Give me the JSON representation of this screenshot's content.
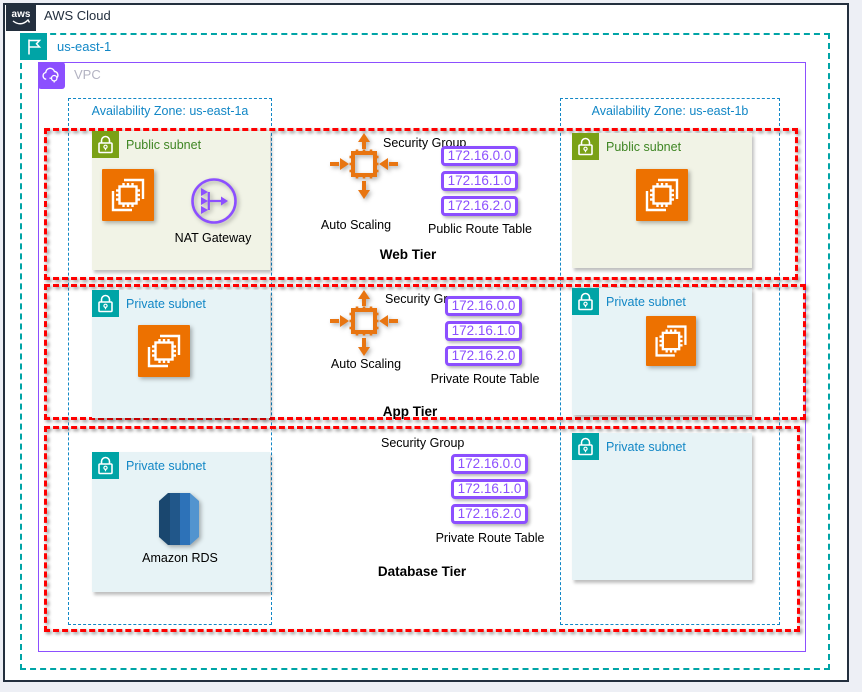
{
  "cloud": {
    "label": "AWS Cloud"
  },
  "region": {
    "label": "us-east-1"
  },
  "vpc": {
    "label": "VPC"
  },
  "azs": {
    "a": "Availability Zone: us-east-1a",
    "b": "Availability Zone: us-east-1b"
  },
  "subnet_labels": {
    "public": "Public subnet",
    "private": "Private subnet"
  },
  "nodes": {
    "nat_gateway": "NAT Gateway",
    "amazon_rds": "Amazon RDS",
    "auto_scaling": "Auto Scaling",
    "security_group": "Security Group"
  },
  "route_tables": {
    "entries": [
      "172.16.0.0",
      "172.16.1.0",
      "172.16.2.0"
    ],
    "public_label": "Public Route Table",
    "private_label": "Private Route Table"
  },
  "tiers": {
    "web": "Web Tier",
    "app": "App Tier",
    "database": "Database Tier"
  },
  "colors": {
    "orange": "#ED7100",
    "purple": "#8C4FFF",
    "teal": "#00A4A6",
    "green": "#7AA116",
    "navy": "#232F3E",
    "red": "#FF0000",
    "azure": "#1287C6",
    "rds_blues": [
      "#1A476F",
      "#21578A",
      "#2D72B8",
      "#5294CF"
    ]
  }
}
